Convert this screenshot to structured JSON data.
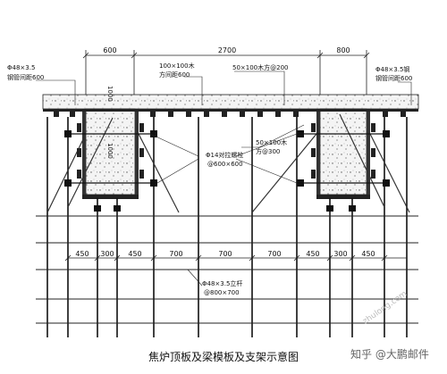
{
  "dimensions": {
    "top_overall": [
      "600",
      "2700",
      "800"
    ],
    "bottom_spacing": [
      "450",
      "300",
      "450",
      "700",
      "700",
      "700",
      "450",
      "300",
      "450"
    ]
  },
  "labels": {
    "pipe_spec_left": "Φ48×3.5",
    "pipe_spacing_left": "钢管间距600",
    "pipe_spec_right": "Φ48×3.5钢",
    "pipe_spacing_right": "钢管间距600",
    "timber_1": "100×100木",
    "timber_1_spacing": "方间距600",
    "timber_2": "50×100木方@200",
    "timber_3": "50×100木",
    "timber_3_spacing": "方@300",
    "bolt_spec": "Φ14对拉螺栓",
    "bolt_spacing": "@600×600",
    "beam_height_left": "1000",
    "beam_height_mid": "1000",
    "pole_spec": "Φ48×3.5立杆",
    "pole_spacing": "@800×700"
  },
  "caption": "焦炉顶板及梁模板及支架示意图",
  "watermark": "知乎 @大鹏邮件",
  "watermark_site": "zhulong.com"
}
